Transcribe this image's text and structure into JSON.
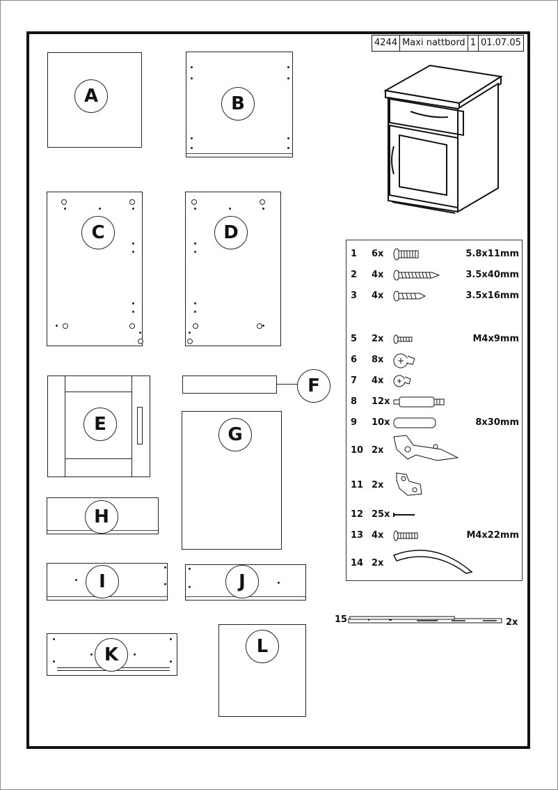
{
  "title_block": {
    "code": "4244",
    "name": "Maxi nattbord",
    "sheet": "1",
    "date": "01.07.05"
  },
  "parts": [
    {
      "id": "A",
      "label": "A"
    },
    {
      "id": "B",
      "label": "B"
    },
    {
      "id": "C",
      "label": "C"
    },
    {
      "id": "D",
      "label": "D"
    },
    {
      "id": "E",
      "label": "E"
    },
    {
      "id": "F",
      "label": "F"
    },
    {
      "id": "G",
      "label": "G"
    },
    {
      "id": "H",
      "label": "H"
    },
    {
      "id": "I",
      "label": "I"
    },
    {
      "id": "J",
      "label": "J"
    },
    {
      "id": "K",
      "label": "K"
    },
    {
      "id": "L",
      "label": "L"
    }
  ],
  "hardware": [
    {
      "num": "1",
      "qty": "6x",
      "icon": "machine-screw-icon",
      "size": "5.8x11mm"
    },
    {
      "num": "2",
      "qty": "4x",
      "icon": "long-wood-screw-icon",
      "size": "3.5x40mm"
    },
    {
      "num": "3",
      "qty": "4x",
      "icon": "short-wood-screw-icon",
      "size": "3.5x16mm"
    },
    {
      "num": "5",
      "qty": "2x",
      "icon": "small-screw-icon",
      "size": "M4x9mm"
    },
    {
      "num": "6",
      "qty": "8x",
      "icon": "cam-lock-icon",
      "size": ""
    },
    {
      "num": "7",
      "qty": "4x",
      "icon": "small-cam-lock-icon",
      "size": ""
    },
    {
      "num": "8",
      "qty": "12x",
      "icon": "connector-bolt-icon",
      "size": ""
    },
    {
      "num": "9",
      "qty": "10x",
      "icon": "wooden-dowel-icon",
      "size": "8x30mm"
    },
    {
      "num": "10",
      "qty": "2x",
      "icon": "hinge-icon",
      "size": ""
    },
    {
      "num": "11",
      "qty": "2x",
      "icon": "hinge-plate-icon",
      "size": ""
    },
    {
      "num": "12",
      "qty": "25x",
      "icon": "nail-icon",
      "size": ""
    },
    {
      "num": "13",
      "qty": "4x",
      "icon": "handle-screw-icon",
      "size": "M4x22mm"
    },
    {
      "num": "14",
      "qty": "2x",
      "icon": "curved-handle-icon",
      "size": ""
    }
  ],
  "drawer_runner": {
    "num": "15",
    "qty": "2x",
    "icon": "drawer-runner-icon"
  }
}
